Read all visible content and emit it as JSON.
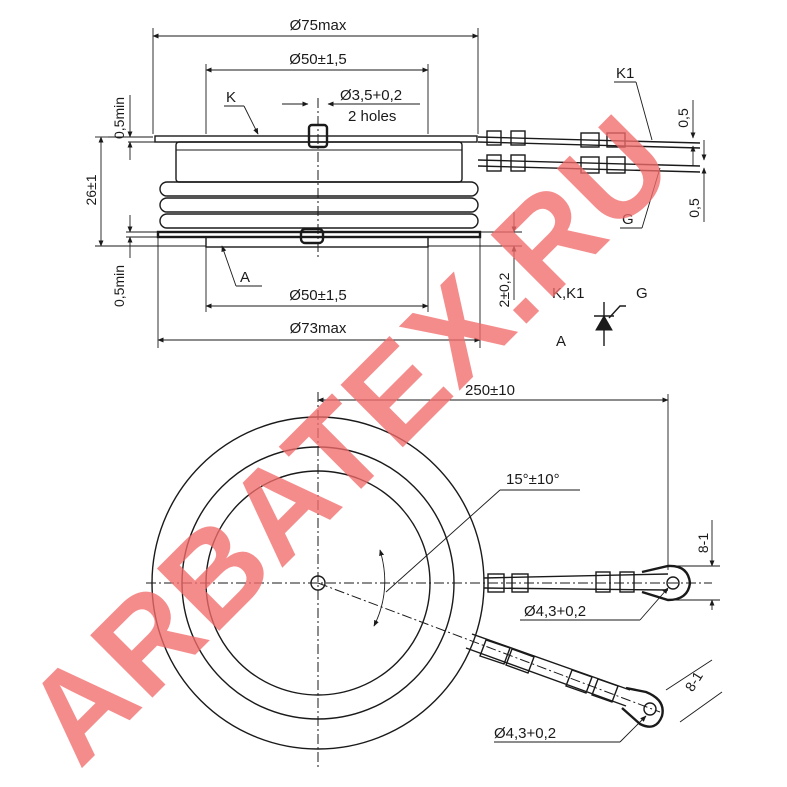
{
  "top_view": {
    "dim_overall_top": "Ø75max",
    "dim_contact_top": "Ø50±1,5",
    "dim_hole": "Ø3,5+0,2",
    "dim_hole_note": "2 holes",
    "dim_flange_top": "0,5min",
    "dim_height": "26±1",
    "dim_flange_bottom": "0,5min",
    "dim_contact_bottom": "Ø50±1,5",
    "dim_overall_bottom": "Ø73max",
    "dim_recess": "2±0,2",
    "dim_lead_gap_1": "0,5",
    "dim_lead_gap_2": "0,5",
    "label_k": "K",
    "label_a": "A",
    "label_k1": "K1",
    "label_g": "G"
  },
  "symbol": {
    "label_kk1": "K,K1",
    "label_g": "G",
    "label_a": "A"
  },
  "bottom_view": {
    "dim_lead_length": "250±10",
    "dim_angle": "15°±10°",
    "dim_lug_width_1": "8-1",
    "dim_lug_hole_1": "Ø4,3+0,2",
    "dim_lug_width_2": "8-1",
    "dim_lug_hole_2": "Ø4,3+0,2"
  },
  "watermark": "ARBATEX.RU",
  "colors": {
    "line": "#1a1a1a",
    "watermark": "#f26b6b",
    "background": "#ffffff"
  }
}
